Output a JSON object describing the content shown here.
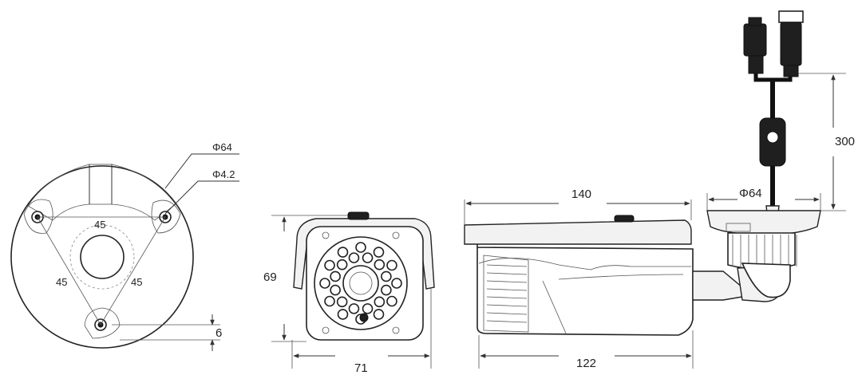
{
  "dimensions": {
    "mount_diameter": "Φ64",
    "hole_diameter": "Φ4.2",
    "angle_top": "45",
    "angle_left": "45",
    "angle_right": "45",
    "bottom_offset": "6",
    "front_height": "69",
    "front_width": "71",
    "side_length_top": "140",
    "side_length_bottom": "122",
    "cable_length": "300",
    "base_diameter": "Φ64"
  },
  "colors": {
    "line": "#333333",
    "dark_part": "#1f1f1f"
  }
}
